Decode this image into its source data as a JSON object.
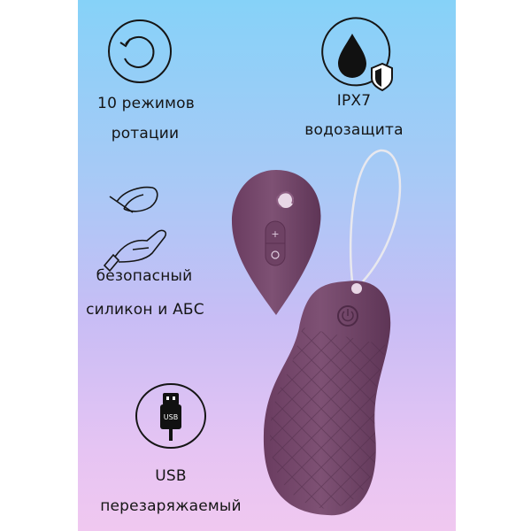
{
  "features": [
    {
      "icon": "rotation-icon",
      "line1": "10 режимов",
      "line2": "ротации"
    },
    {
      "icon": "water-drop-shield-icon",
      "line1": "IPX7",
      "line2": "водозащита"
    },
    {
      "icon": "feather-hand-icon",
      "line1": "безопасный",
      "line2": "силикон и АБС"
    },
    {
      "icon": "usb-icon",
      "line1": "USB",
      "line2": "перезаряжаемый",
      "plug_text": "USB"
    }
  ],
  "colors": {
    "product": "#7a4a6e",
    "product_dark": "#5e3556",
    "text": "#151515"
  }
}
